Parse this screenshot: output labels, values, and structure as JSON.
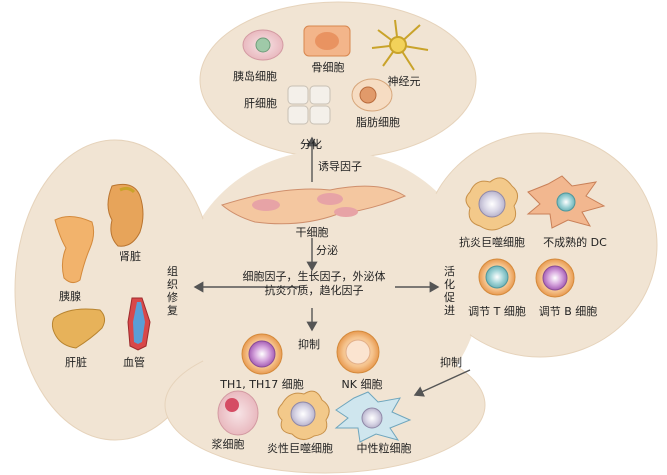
{
  "colors": {
    "bubble": "#f1e4d3",
    "bubble_edge": "#e6d3bb",
    "arrow": "#555555",
    "text": "#222222"
  },
  "top": {
    "cells": {
      "islet": "胰岛细胞",
      "bone": "骨细胞",
      "neuron": "神经元",
      "liver_cell": "肝细胞",
      "fat": "脂肪细胞"
    },
    "differentiate": "分化",
    "inducer": "诱导因子"
  },
  "center": {
    "stem": "干细胞",
    "secrete": "分泌",
    "factors_line1": "细胞因子，生长因子，外泌体",
    "factors_line2": "抗炎介质，趋化因子"
  },
  "left": {
    "repair": "组织修复",
    "organs": {
      "pancreas": "胰腺",
      "kidney": "肾脏",
      "liver": "肝脏",
      "vessel": "血管"
    }
  },
  "right": {
    "promote": "活化促进",
    "cells": {
      "anti_macro": "抗炎巨噬细胞",
      "immature_dc": "不成熟的 DC",
      "treg": "调节 T 细胞",
      "breg": "调节 B 细胞"
    }
  },
  "bottom": {
    "inhibit_center": "抑制",
    "inhibit_right": "抑制",
    "cells": {
      "th": "TH1, TH17 细胞",
      "nk": "NK 细胞",
      "plasma": "浆细胞",
      "inflam_macro": "炎性巨噬细胞",
      "neutrophil": "中性粒细胞"
    }
  }
}
